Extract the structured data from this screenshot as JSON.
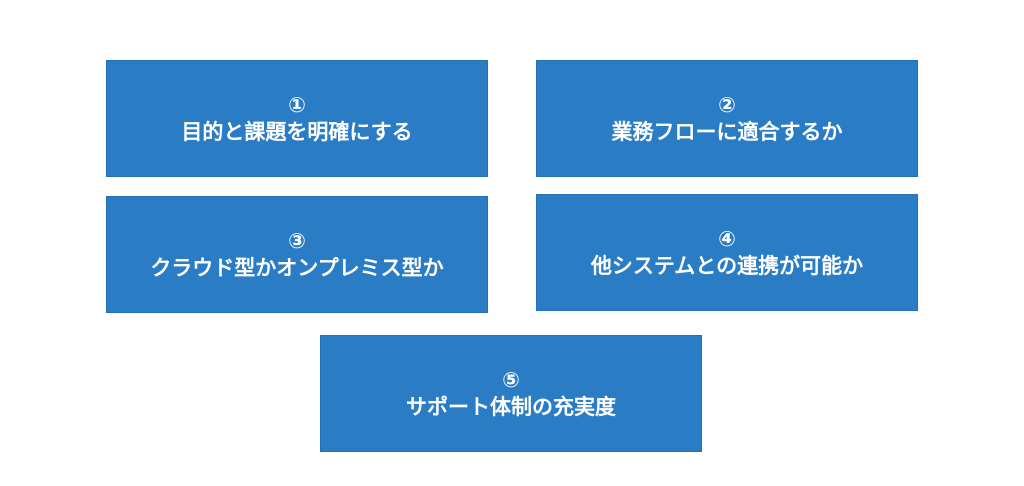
{
  "colors": {
    "card_fill": "#2a7dc5",
    "text": "#ffffff",
    "background": "#ffffff"
  },
  "cards": [
    {
      "number": "①",
      "label": "目的と課題を明確にする"
    },
    {
      "number": "②",
      "label": "業務フローに適合するか"
    },
    {
      "number": "③",
      "label": "クラウド型かオンプレミス型か"
    },
    {
      "number": "④",
      "label": "他システムとの連携が可能か"
    },
    {
      "number": "⑤",
      "label": "サポート体制の充実度"
    }
  ]
}
